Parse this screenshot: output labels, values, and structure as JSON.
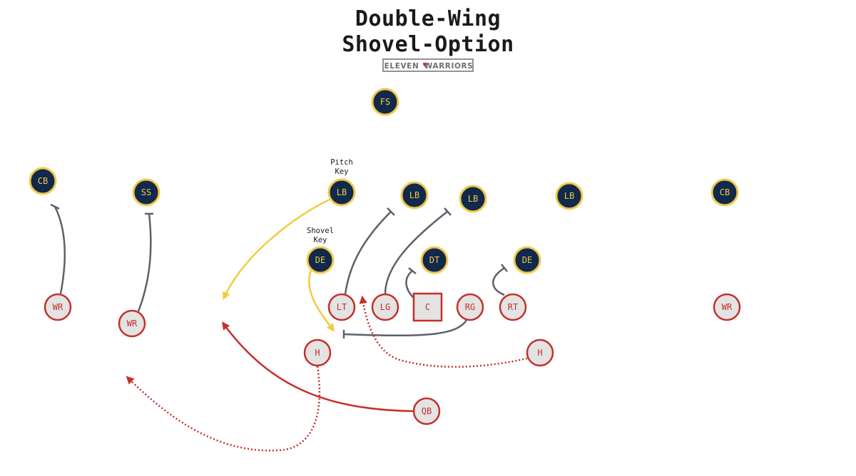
{
  "title": {
    "line1": "Double-Wing",
    "line2": "Shovel-Option"
  },
  "logo": {
    "left": "ELEVEN",
    "right": "WARRIORS",
    "icon": "heart-icon"
  },
  "annotations": {
    "pitch_key": [
      "Pitch",
      "Key"
    ],
    "shovel_key": [
      "Shovel",
      "Key"
    ]
  },
  "colors": {
    "defense_fill": "#11294a",
    "defense_accent": "#f2c94c",
    "offense_accent": "#c62f2a",
    "offense_fill": "#e3e3e3",
    "block_line": "#5b616b",
    "read_line": "#f2cc3a"
  },
  "defense": [
    {
      "label": "FS"
    },
    {
      "label": "CB"
    },
    {
      "label": "SS"
    },
    {
      "label": "LB"
    },
    {
      "label": "LB"
    },
    {
      "label": "LB"
    },
    {
      "label": "LB"
    },
    {
      "label": "CB"
    },
    {
      "label": "DE"
    },
    {
      "label": "DT"
    },
    {
      "label": "DE"
    }
  ],
  "offense": [
    {
      "label": "WR"
    },
    {
      "label": "WR"
    },
    {
      "label": "LT"
    },
    {
      "label": "LG"
    },
    {
      "label": "C"
    },
    {
      "label": "RG"
    },
    {
      "label": "RT"
    },
    {
      "label": "WR"
    },
    {
      "label": "H"
    },
    {
      "label": "H"
    },
    {
      "label": "QB"
    }
  ]
}
